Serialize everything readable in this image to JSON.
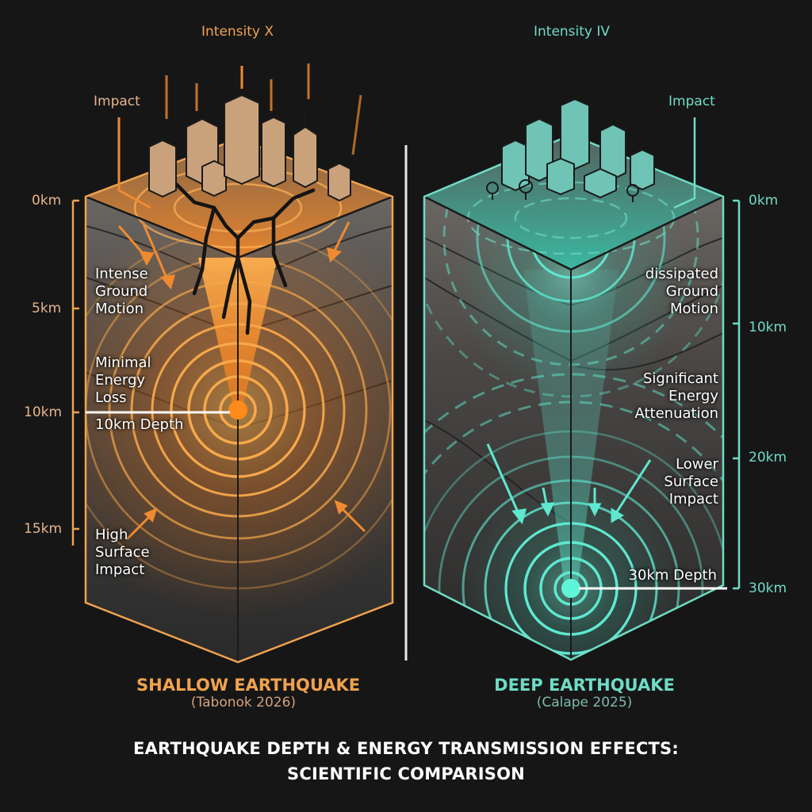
{
  "title": {
    "line1": "EARTHQUAKE DEPTH & ENERGY TRANSMISSION EFFECTS:",
    "line2": "SCIENTIFIC COMPARISON"
  },
  "colors": {
    "background": "#161616",
    "shallow_accent": "#f0a24e",
    "shallow_glow": "#ff8a1c",
    "deep_accent": "#6fdcc6",
    "deep_glow": "#3ff0cc",
    "divider": "#e8e8e8",
    "label_text": "#ffffff"
  },
  "shallow": {
    "intensity_label": "Intensity X",
    "impact_label": "Impact",
    "name": "SHALLOW EARTHQUAKE",
    "source": "(Tabonok 2026)",
    "depth_label": "10km Depth",
    "scale": [
      "0km",
      "5km",
      "10km",
      "15km"
    ],
    "annotations": {
      "ground_motion": [
        "Intense",
        "Ground",
        "Motion"
      ],
      "energy": [
        "Minimal",
        "Energy",
        "Loss"
      ],
      "surface": [
        "High",
        "Surface",
        "Impact"
      ]
    }
  },
  "deep": {
    "intensity_label": "Intensity IV",
    "impact_label": "Impact",
    "name": "DEEP EARTHQUAKE",
    "source": "(Calape 2025)",
    "depth_label": "30km Depth",
    "scale": [
      "0km",
      "10km",
      "20km",
      "30km"
    ],
    "annotations": {
      "ground_motion": [
        "dissipated",
        "Ground",
        "Motion"
      ],
      "energy": [
        "Significant",
        "Energy",
        "Attenuation"
      ],
      "surface": [
        "Lower",
        "Surface",
        "Impact"
      ]
    }
  }
}
